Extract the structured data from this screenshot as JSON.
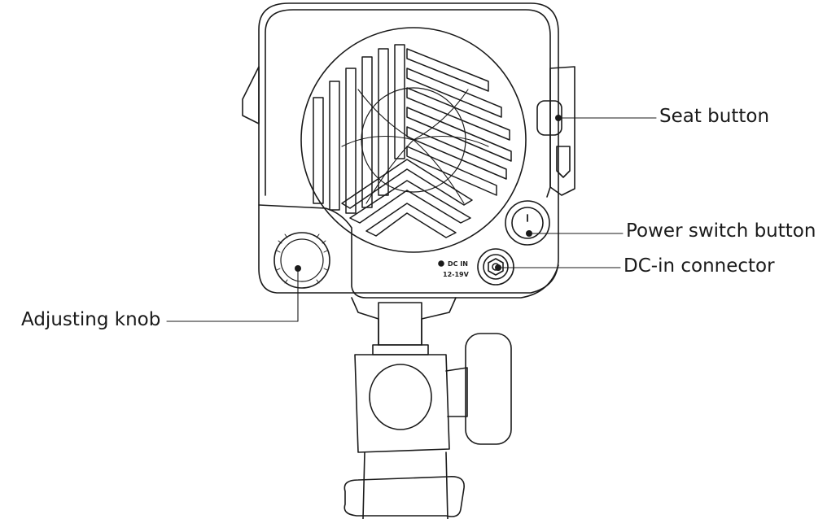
{
  "callouts": {
    "seat_button": "Seat button",
    "power_switch": "Power switch button",
    "dc_in": "DC-in connector",
    "adjusting_knob": "Adjusting knob"
  },
  "device_marking": {
    "line1": "DC IN",
    "line2": "12-19V"
  },
  "colors": {
    "stroke": "#1a1a1a",
    "background": "#ffffff"
  }
}
